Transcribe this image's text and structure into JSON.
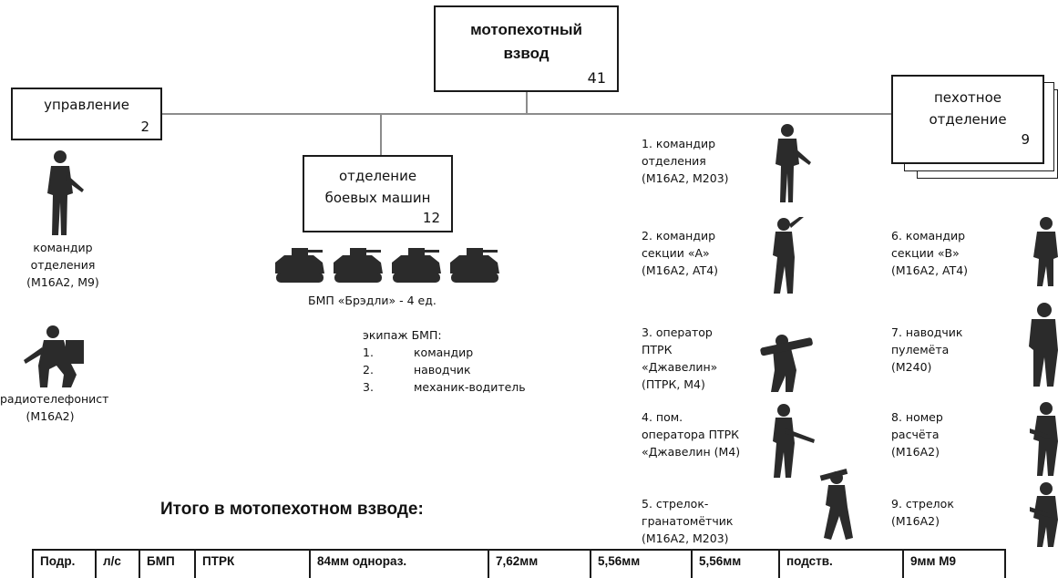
{
  "root": {
    "title_line1": "мотопехотный",
    "title_line2": "взвод",
    "count": "41"
  },
  "control": {
    "title": "управление",
    "count": "2",
    "members": [
      {
        "line1": "командир",
        "line2": "отделения",
        "line3": "(M16A2, M9)",
        "icon": "soldier-standing-icon"
      },
      {
        "line1": "радиотелефонист",
        "line2": "(M16A2)",
        "icon": "soldier-kneeling-icon"
      }
    ]
  },
  "vehicle_section": {
    "title_line1": "отделение",
    "title_line2": "боевых машин",
    "count": "12",
    "vehicle_icon": "bmp-bradley-icon",
    "vehicles_caption": "БМП «Брэдли» - 4 ед.",
    "crew_title": "экипаж БМП:",
    "crew": [
      {
        "num": "1.",
        "role": "командир"
      },
      {
        "num": "2.",
        "role": "наводчик"
      },
      {
        "num": "3.",
        "role": "механик-водитель"
      }
    ]
  },
  "infantry_section": {
    "title_line1": "пехотное",
    "title_line2": "отделение",
    "count": "9",
    "members": [
      {
        "line1": "1. командир",
        "line2": "отделения",
        "line3": "(M16A2, M203)",
        "icon": "soldier-standing-icon"
      },
      {
        "line1": "2. командир",
        "line2": "секции «А»",
        "line3": "(M16A2, AT4)",
        "icon": "soldier-walking-icon"
      },
      {
        "line1": "3. оператор",
        "line2": "ПТРК",
        "line3": "«Джавелин»",
        "line4": "(ПТРК, M4)",
        "icon": "soldier-javelin-icon"
      },
      {
        "line1": "4. пом.",
        "line2": "оператора ПТРК",
        "line3": "«Джавелин (M4)",
        "icon": "soldier-rifle-icon"
      },
      {
        "line1": "5. стрелок-",
        "line2": "гранатомётчик",
        "line3": "(M16A2, M203)",
        "icon": "soldier-running-icon"
      },
      {
        "line1": "6. командир",
        "line2": "секции «В»",
        "line3": "(M16A2, AT4)",
        "icon": "soldier-standing-icon"
      },
      {
        "line1": "7. наводчик",
        "line2": "пулемёта",
        "line3": "(M240)",
        "icon": "soldier-machinegun-icon"
      },
      {
        "line1": "8. номер",
        "line2": "расчёта",
        "line3": "(M16A2)",
        "icon": "soldier-rifle-icon"
      },
      {
        "line1": "9. стрелок",
        "line2": "(M16A2)",
        "icon": "soldier-rifle-icon"
      }
    ]
  },
  "summary": {
    "title": "Итого в мотопехотном взводе:",
    "columns": [
      "Подр.",
      "л/с",
      "БМП",
      "ПТРК",
      "84мм однораз.",
      "7,62мм",
      "5,56мм",
      "5,56мм",
      "подств.",
      "9мм M9"
    ]
  },
  "colors": {
    "line": "#8c8c8c",
    "border": "#1a1a1a",
    "figure": "#2b2b2b"
  }
}
